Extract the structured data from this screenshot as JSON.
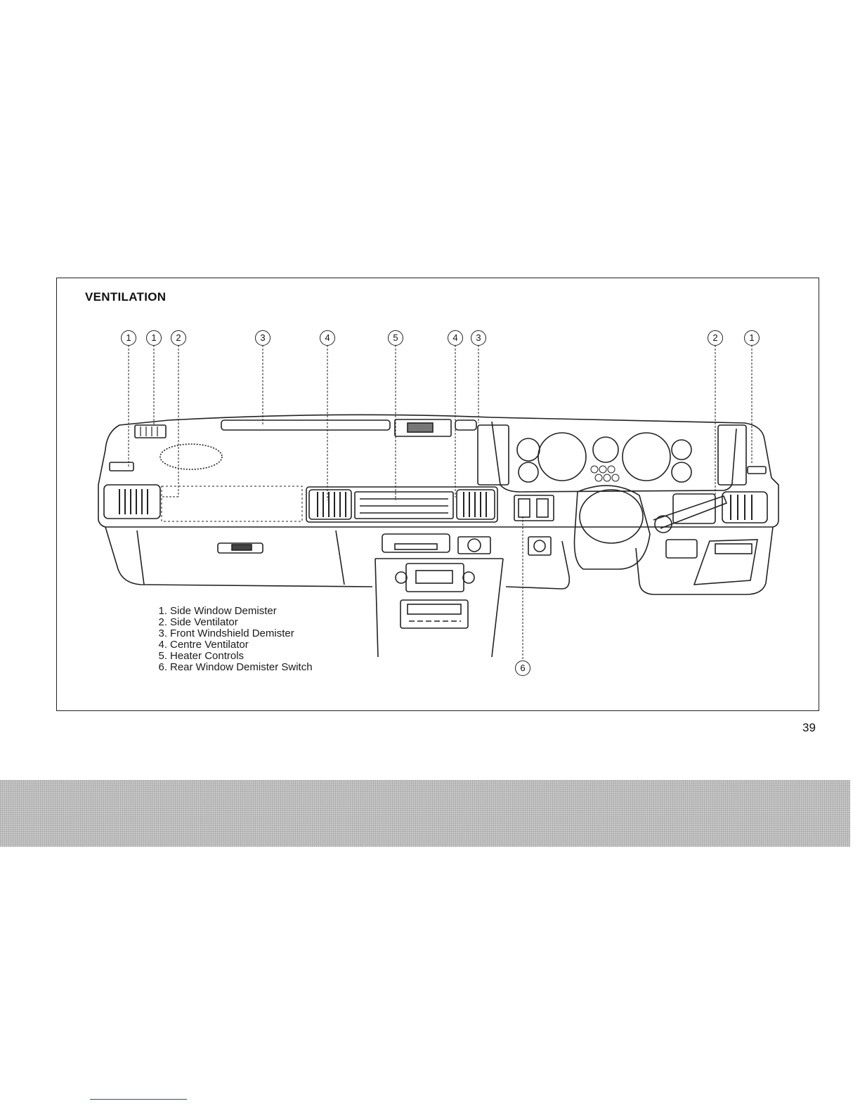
{
  "page": {
    "section_title": "VENTILATION",
    "page_number": "39"
  },
  "callouts": {
    "c1a": "1",
    "c1b": "1",
    "c2a": "2",
    "c3a": "3",
    "c4a": "4",
    "c5": "5",
    "c4b": "4",
    "c3b": "3",
    "c2b": "2",
    "c1c": "1",
    "c6": "6"
  },
  "legend": [
    {
      "num": "1.",
      "label": "Side Window Demister"
    },
    {
      "num": "2.",
      "label": "Side Ventilator"
    },
    {
      "num": "3.",
      "label": "Front Windshield Demister"
    },
    {
      "num": "4.",
      "label": "Centre Ventilator"
    },
    {
      "num": "5.",
      "label": "Heater Controls"
    },
    {
      "num": "6.",
      "label": "Rear Window Demister Switch"
    }
  ]
}
